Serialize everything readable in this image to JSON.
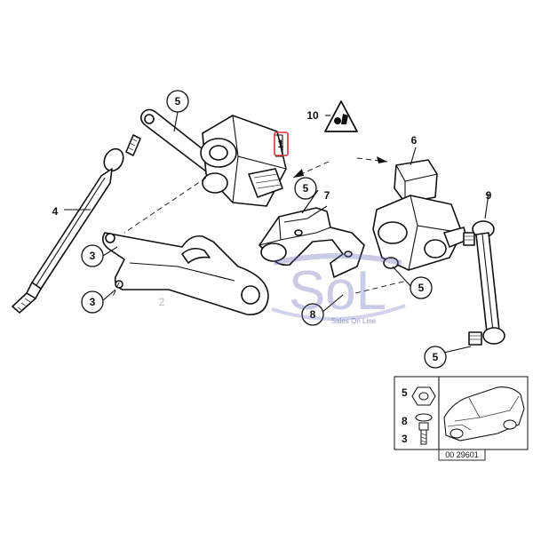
{
  "callouts": {
    "c1": "1",
    "c2": "2",
    "c3a": "3",
    "c3b": "3",
    "c4": "4",
    "c5a": "5",
    "c5b": "5",
    "c5c": "5",
    "c5d": "5",
    "c6": "6",
    "c7": "7",
    "c8": "8",
    "c9": "9",
    "c10": "10"
  },
  "legend": {
    "row1": "5",
    "row2": "8",
    "row3": "3"
  },
  "reference_code": "00 29601",
  "watermark": {
    "logo_text": "SoL",
    "subtext": "Sales On Line"
  },
  "colors": {
    "highlight_box": "#e0303a",
    "watermark": "#6a6ab8",
    "line": "#111111"
  }
}
